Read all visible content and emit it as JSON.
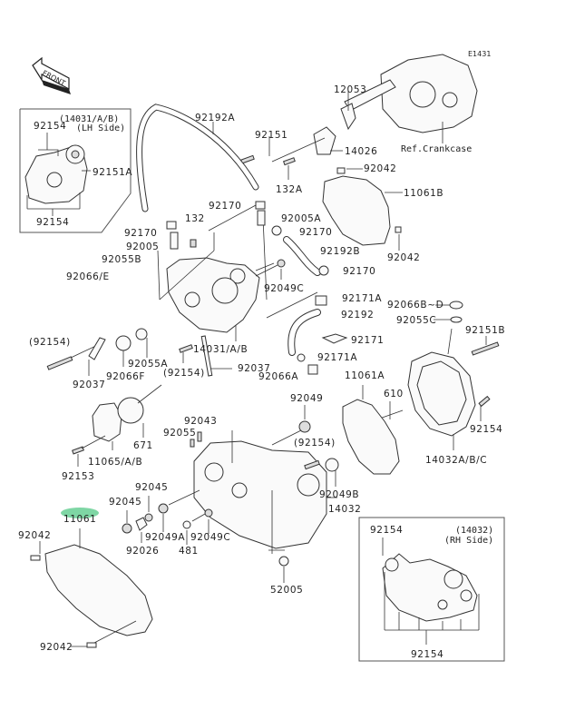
{
  "diagram": {
    "figure_id": "E1431",
    "front_arrow": "FRONT",
    "highlight_color": "#7ed6a4",
    "inset_lh": {
      "title": "(14031/A/B)",
      "subtitle": "(LH Side)",
      "labels": [
        "92154",
        "92151A",
        "92154"
      ]
    },
    "inset_rh": {
      "title": "(14032)",
      "subtitle": "(RH Side)",
      "labels": [
        "92154",
        "92154"
      ]
    },
    "ref_crankcase": "Ref.Crankcase",
    "labels": {
      "l12053": "12053",
      "l92192A": "92192A",
      "l92151": "92151",
      "l14026": "14026",
      "l132A": "132A",
      "l92042_top": "92042",
      "l11061B": "11061B",
      "l92170_a": "92170",
      "l132": "132",
      "l92170_b": "92170",
      "l92005A": "92005A",
      "l92005": "92005",
      "l92170_c": "92170",
      "l92192B": "92192B",
      "l92042_r": "92042",
      "l92055B": "92055B",
      "l92170_d": "92170",
      "l92066E": "92066/E",
      "l92049C_top": "92049C",
      "l92171A_top": "92171A",
      "l92066BD": "92066B~D",
      "l92192": "92192",
      "l92055C": "92055C",
      "l92151B": "92151B",
      "l92154p_left": "(92154)",
      "l92171": "92171",
      "l14031AB": "14031/A/B",
      "l92055A": "92055A",
      "l92171A_bot": "92171A",
      "l92066F": "92066F",
      "l92154p_mid": "(92154)",
      "l92037_a": "92037",
      "l92037_b": "92037",
      "l92066A": "92066A",
      "l11061A": "11061A",
      "l610": "610",
      "l92049": "92049",
      "l92154_r": "92154",
      "l92043": "92043",
      "l92055": "92055",
      "l671": "671",
      "l11065AB": "11065/A/B",
      "l92154p_r": "(92154)",
      "l14032ABC": "14032A/B/C",
      "l92153": "92153",
      "l92049B": "92049B",
      "l92045_a": "92045",
      "l92045_b": "92045",
      "l14032": "14032",
      "l11061": "11061",
      "l92042_left": "92042",
      "l92049A": "92049A",
      "l92026": "92026",
      "l481": "481",
      "l92049C_bot": "92049C",
      "l52005": "52005",
      "l92042_bot": "92042"
    }
  }
}
